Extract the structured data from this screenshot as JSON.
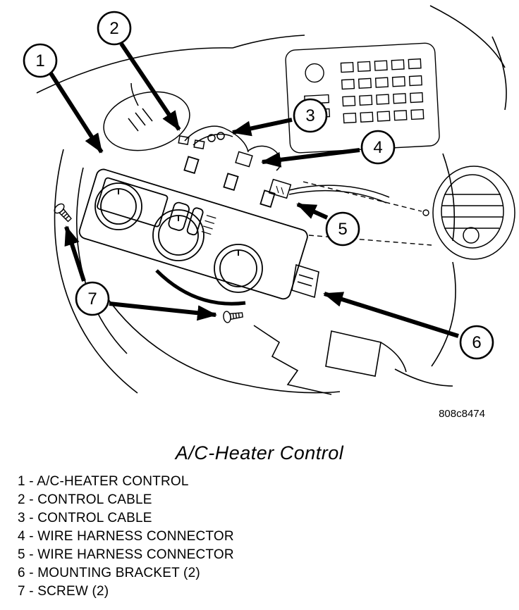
{
  "figure": {
    "code": "808c8474",
    "title": "A/C-Heater Control"
  },
  "callouts": [
    "1",
    "2",
    "3",
    "4",
    "5",
    "6",
    "7"
  ],
  "legend": [
    "1 - A/C-HEATER CONTROL",
    "2 - CONTROL CABLE",
    "3 - CONTROL CABLE",
    "4 - WIRE HARNESS CONNECTOR",
    "5 - WIRE HARNESS CONNECTOR",
    "6 - MOUNTING BRACKET (2)",
    "7 - SCREW (2)"
  ]
}
